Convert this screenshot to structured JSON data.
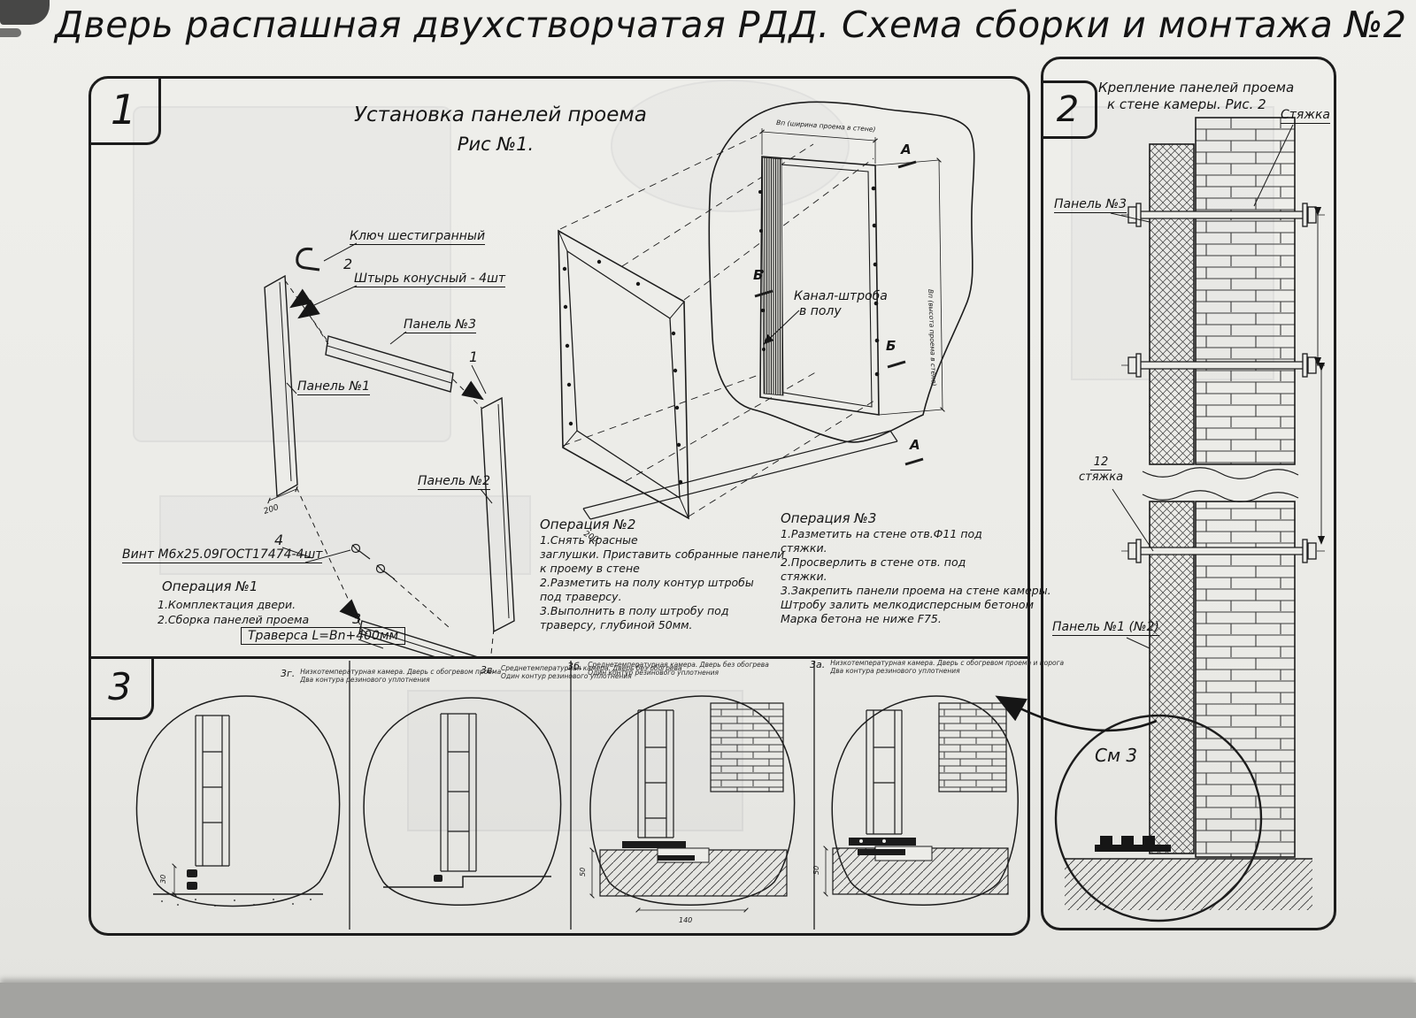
{
  "page": {
    "title": "Дверь распашная двухстворчатая РДД.  Схема сборки и монтажа №2"
  },
  "colors": {
    "ink": "#1b1b1b",
    "paper": "#ecece8"
  },
  "section1": {
    "number": "1",
    "fig_title": "Установка панелей проема",
    "fig_subtitle": "Рис №1.",
    "labels": {
      "hex_key": "Ключ шестигранный",
      "pin": "Штырь конусный - 4шт",
      "panel3": "Панель №3",
      "panel1": "Панель №1",
      "panel2": "Панель №2",
      "screw": "Винт М6х25.09ГОСТ17474-4шт",
      "traverse": "Траверса  L=Bn+400мм",
      "channel_line1": "Канал-штроба",
      "channel_line2": "в полу",
      "callout1": "1",
      "callout2": "2",
      "callout3": "3",
      "callout4": "4",
      "view_a": "А",
      "view_b": "Б"
    },
    "dims": {
      "d200a": "200",
      "d200b": "200",
      "w_label": "Вп (ширина проема в стене)",
      "h_label": "Вп (высота проема в стене)"
    },
    "operation1": {
      "title": "Операция №1",
      "lines": [
        "1.Комплектация двери.",
        "2.Сборка панелей проема"
      ]
    },
    "operation2": {
      "title": "Операция №2",
      "lines": [
        "1.Снять красные",
        "заглушки. Приставить собранные панели",
        "к проему в стене",
        "2.Разметить на полу контур штробы",
        "под траверсу.",
        "3.Выполнить в полу штробу под",
        "траверсу, глубиной 50мм."
      ]
    },
    "operation3": {
      "title": "Операция №3",
      "lines": [
        "1.Разметить на стене отв.Ф11 под",
        "стяжки.",
        "2.Просверлить в стене отв.  под",
        "стяжки.",
        "3.Закрепить панели проема на стене камеры.",
        "Штробу залить мелкодисперсным бетоном",
        "Марка бетона не ниже   F75."
      ]
    }
  },
  "section2": {
    "number": "2",
    "title_line1": "Крепление панелей проема",
    "title_line2": "к стене камеры. Рис. 2",
    "labels": {
      "tie_top": "Стяжка",
      "panel3": "Панель №3",
      "tie_num": "12",
      "tie_mid": "стяжка",
      "panel1": "Панель №1 (№2)",
      "see3": "См 3"
    }
  },
  "section3": {
    "number": "3",
    "dims": {
      "d30": "30",
      "d140": "140",
      "d50a": "50",
      "d50b": "50"
    },
    "details": [
      {
        "id": "3г.",
        "caption_line1": "Низкотемпературная камера. Дверь с обогревом проема",
        "caption_line2": "Два контура резинового уплотнения"
      },
      {
        "id": "3в.",
        "caption_line1": "Среднетемпературная камера. Дверь без обогрева",
        "caption_line2": "Один контур резинового уплотнения"
      },
      {
        "id": "3б.",
        "caption_line1": "Среднетемпературная камера. Дверь без обогрева",
        "caption_line2": "Один контур резинового уплотнения"
      },
      {
        "id": "3а.",
        "caption_line1": "Низкотемпературная камера. Дверь с обогревом проема и порога",
        "caption_line2": "Два контура резинового уплотнения"
      }
    ]
  }
}
